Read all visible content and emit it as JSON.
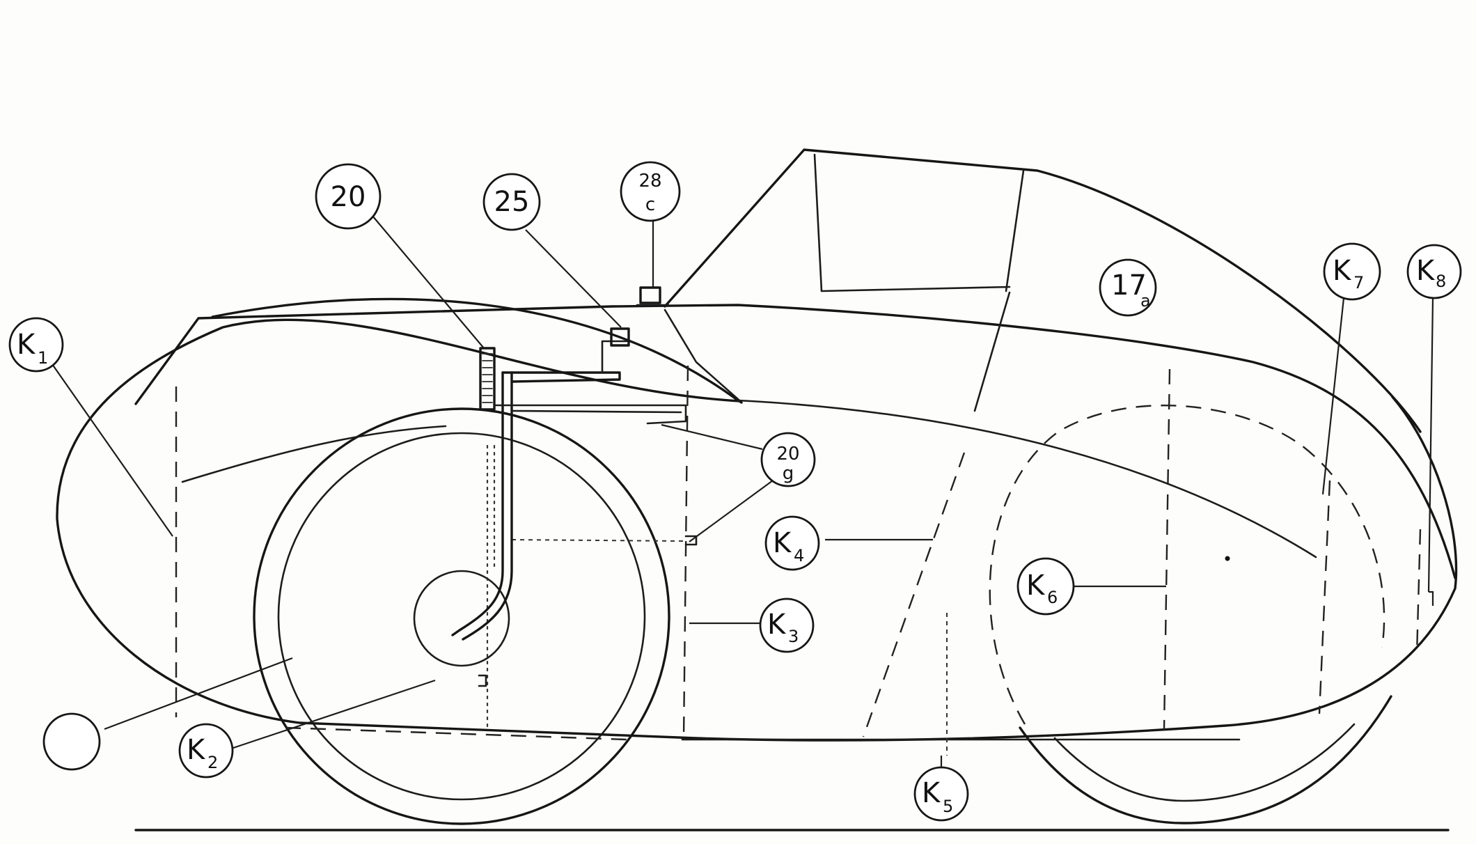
{
  "callouts": {
    "k1": {
      "main": "K",
      "sub": "1"
    },
    "k2": {
      "main": "K",
      "sub": "2"
    },
    "k3": {
      "main": "K",
      "sub": "3"
    },
    "k4": {
      "main": "K",
      "sub": "4"
    },
    "k5": {
      "main": "K",
      "sub": "5"
    },
    "k6": {
      "main": "K",
      "sub": "6"
    },
    "k7": {
      "main": "K",
      "sub": "7"
    },
    "k8": {
      "main": "K",
      "sub": "8"
    },
    "n20": {
      "main": "20"
    },
    "n25": {
      "main": "25"
    },
    "n28c": {
      "top": "28",
      "bottom": "c"
    },
    "n20g": {
      "top": "20",
      "bottom": "g"
    },
    "n17a": {
      "main": "17",
      "sub": "a"
    }
  },
  "colors": {
    "ink": "#1c1c1c",
    "paper": "#fdfdfb"
  }
}
